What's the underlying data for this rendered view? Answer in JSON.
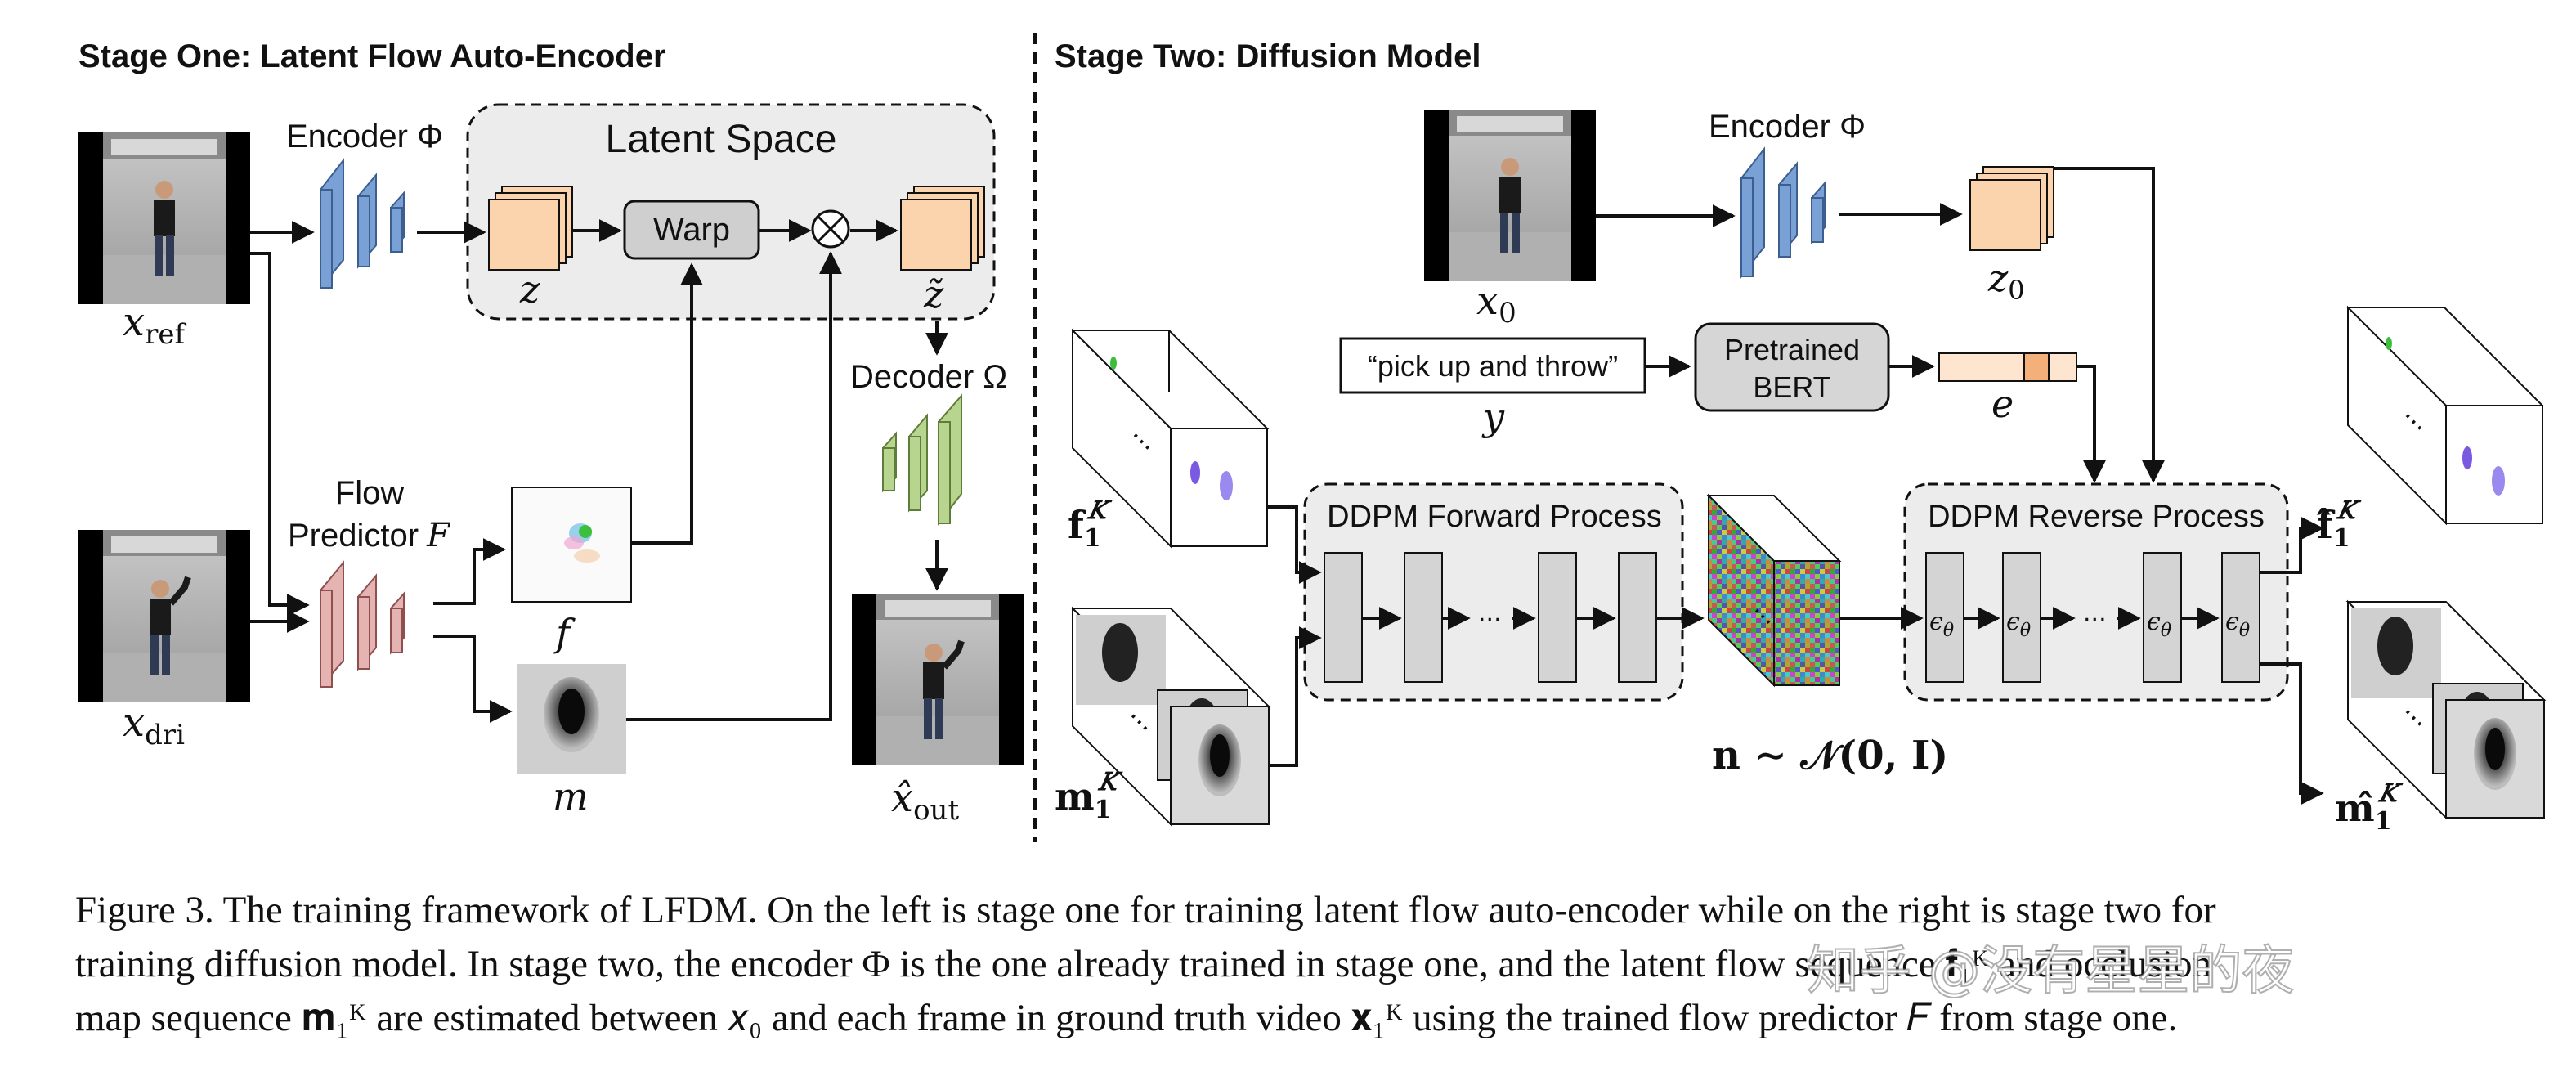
{
  "stage_one": {
    "title": "Stage One: Latent Flow Auto-Encoder",
    "x_ref": "𝑥",
    "x_ref_sub": "ref",
    "x_dri": "𝑥",
    "x_dri_sub": "dri",
    "encoder": "Encoder Φ",
    "latent_space": "Latent Space",
    "z": "𝑧",
    "warp": "Warp",
    "z_tilde": "𝑧̃",
    "decoder": "Decoder Ω",
    "flow_predictor_line1": "Flow",
    "flow_predictor_line2": "Predictor",
    "flow_predictor_var": "𝐹",
    "f": "𝑓",
    "m": "𝑚",
    "x_out": "𝑥̂",
    "x_out_sub": "out"
  },
  "stage_two": {
    "title": "Stage Two: Diffusion Model",
    "x0": "𝑥",
    "x0_sub": "0",
    "encoder": "Encoder Φ",
    "z0": "𝑧",
    "z0_sub": "0",
    "prompt": "“pick up and throw”",
    "y": "𝑦",
    "bert_line1": "Pretrained",
    "bert_line2": "BERT",
    "e": "𝑒",
    "forward": "DDPM Forward Process",
    "reverse": "DDPM Reverse Process",
    "f1k": "𝐟",
    "m1k": "𝐦",
    "f1k_hat": "𝐟̂",
    "m1k_hat": "𝐦̂",
    "sub1": "1",
    "supK": "𝐾",
    "dots": "···",
    "eps": "𝜖",
    "eps_sub": "𝜃",
    "noise": "𝐧 ∼ 𝒩(𝟎, 𝐈)"
  },
  "caption": {
    "line1": "Figure 3. The training framework of LFDM. On the left is stage one for training latent flow auto-encoder while on the right is stage two for",
    "line2": "training diffusion model. In stage two, the encoder Φ is the one already trained in stage one, and the latent flow sequence 𝐟₁ᴷ and occlusion",
    "line3": "map sequence 𝐦₁ᴷ are estimated between 𝑥₀ and each frame in ground truth video 𝐱₁ᴷ using the trained flow predictor 𝐹 from stage one."
  },
  "watermark": "知乎 @没有星星的夜"
}
